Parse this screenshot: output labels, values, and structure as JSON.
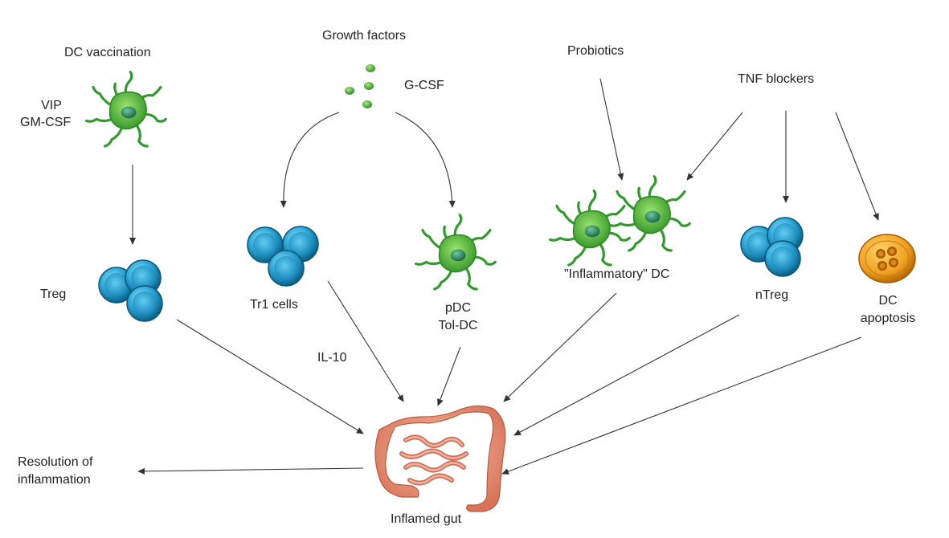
{
  "labels": {
    "dc_vaccination": "DC vaccination",
    "vip": "VIP",
    "gm_csf": "GM-CSF",
    "treg": "Treg",
    "growth_factors": "Growth factors",
    "g_csf": "G-CSF",
    "tr1_cells": "Tr1 cells",
    "il10": "IL-10",
    "pdc": "pDC",
    "tol_dc": "Tol-DC",
    "probiotics": "Probiotics",
    "tnf_blockers": "TNF blockers",
    "inflammatory_dc": "\"Inflammatory\" DC",
    "ntreg": "nTreg",
    "dc_apoptosis_1": "DC",
    "dc_apoptosis_2": "apoptosis",
    "inflamed_gut": "Inflamed gut",
    "resolution_1": "Resolution of",
    "resolution_2": "inflammation"
  },
  "colors": {
    "dendritic_cell": "#4caf3a",
    "dendritic_nucleus": "#2e7d4a",
    "t_cell": "#29a8d8",
    "t_cell_dark": "#0e6f96",
    "apoptotic_cell": "#f0a020",
    "gut": "#e8957a",
    "arrow": "#333333"
  }
}
